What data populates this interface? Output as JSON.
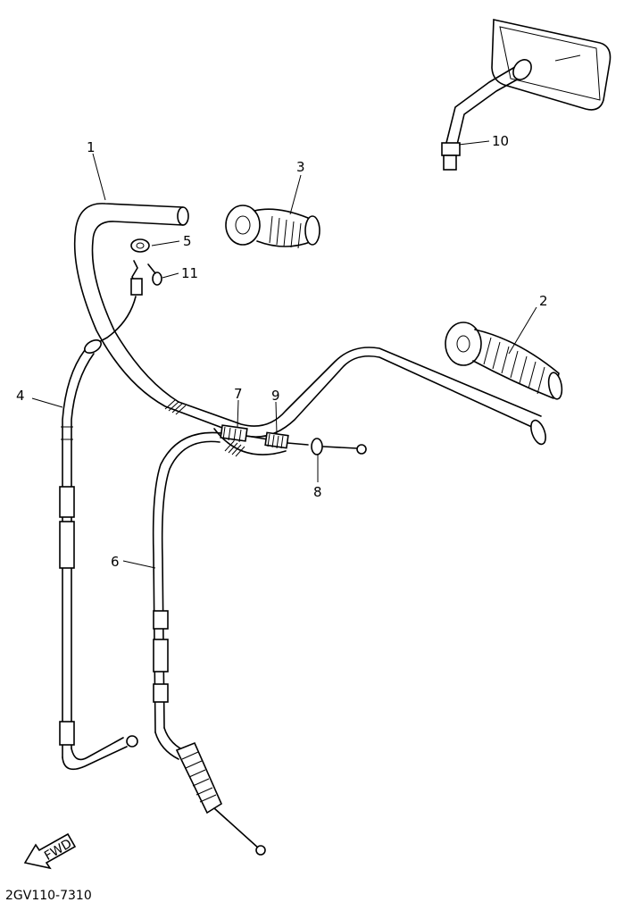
{
  "diagram": {
    "part_labels": [
      {
        "id": "1",
        "text": "1"
      },
      {
        "id": "2",
        "text": "2"
      },
      {
        "id": "3",
        "text": "3"
      },
      {
        "id": "4",
        "text": "4"
      },
      {
        "id": "5",
        "text": "5"
      },
      {
        "id": "6",
        "text": "6"
      },
      {
        "id": "7",
        "text": "7"
      },
      {
        "id": "8",
        "text": "8"
      },
      {
        "id": "9",
        "text": "9"
      },
      {
        "id": "10",
        "text": "10"
      },
      {
        "id": "11",
        "text": "11"
      }
    ],
    "direction_marker": "FWD",
    "drawing_code": "2GV110-7310"
  }
}
